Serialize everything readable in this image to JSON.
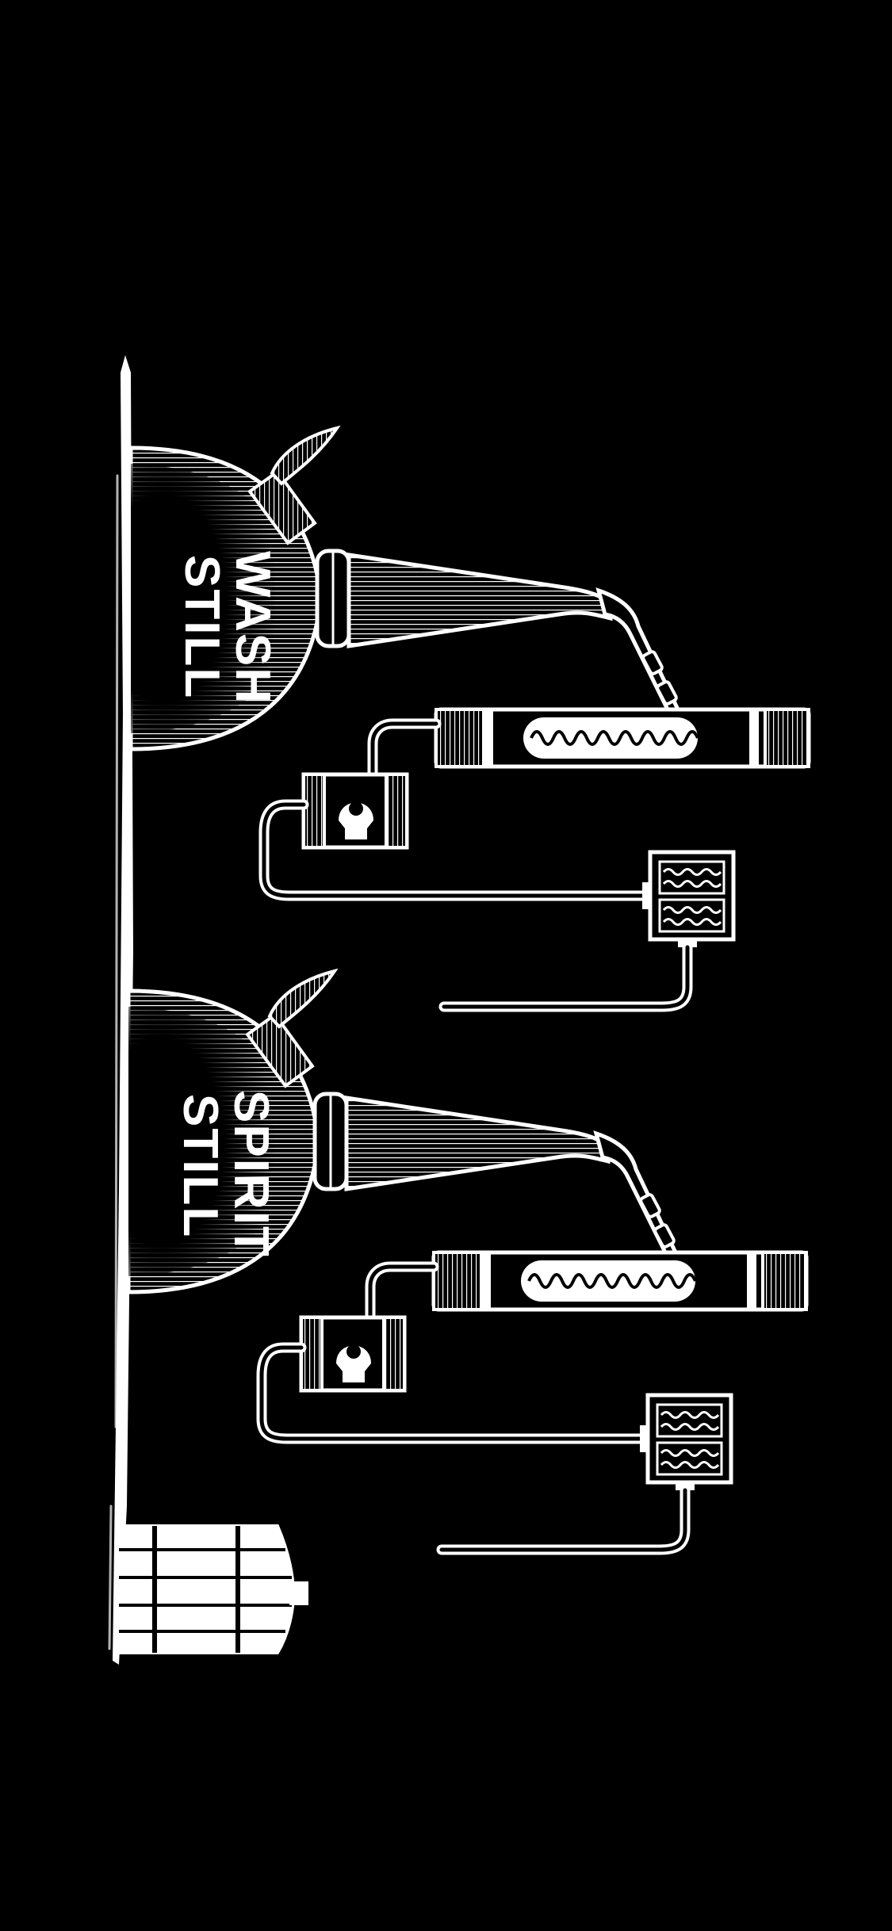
{
  "diagram": {
    "background": "#000000",
    "ink": "#ffffff",
    "stills": [
      {
        "line1": "WASH",
        "line2": "STILL"
      },
      {
        "line1": "SPIRIT",
        "line2": "STILL"
      }
    ],
    "icons": [
      "pot-still-icon",
      "condenser-icon",
      "spirit-safe-icon",
      "receiver-icon",
      "barrel-icon"
    ]
  }
}
